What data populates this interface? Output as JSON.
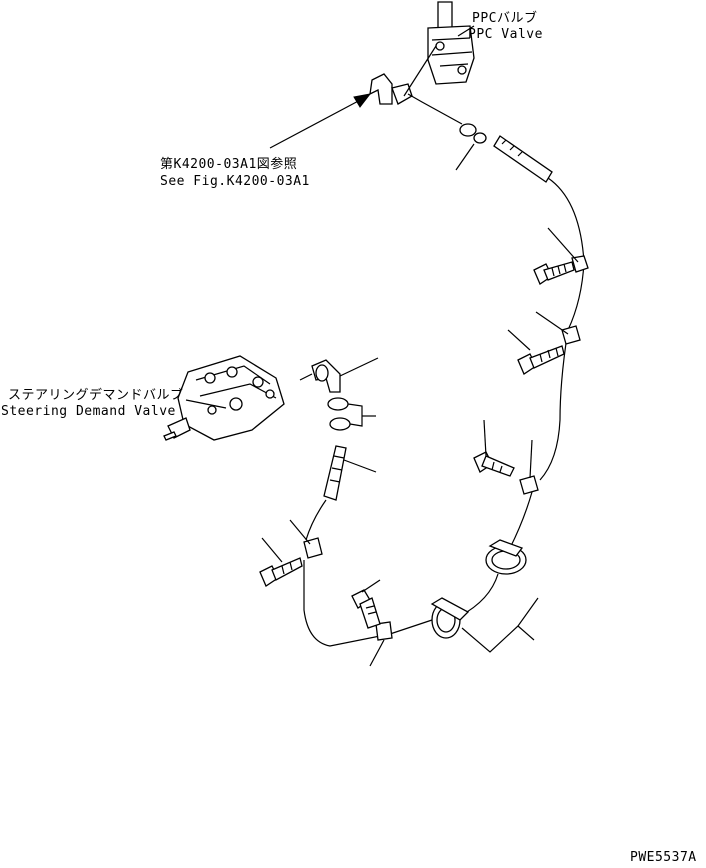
{
  "labels": {
    "ppc_valve_jp": "PPCバルブ",
    "ppc_valve_en": "PPC Valve",
    "see_fig_jp": "第K4200-03A1図参照",
    "see_fig_en": "See Fig.K4200-03A1",
    "steering_valve_jp": "ステアリングデマンドバルブ",
    "steering_valve_en": "Steering Demand Valve",
    "drawing_number": "PWE5537A"
  }
}
